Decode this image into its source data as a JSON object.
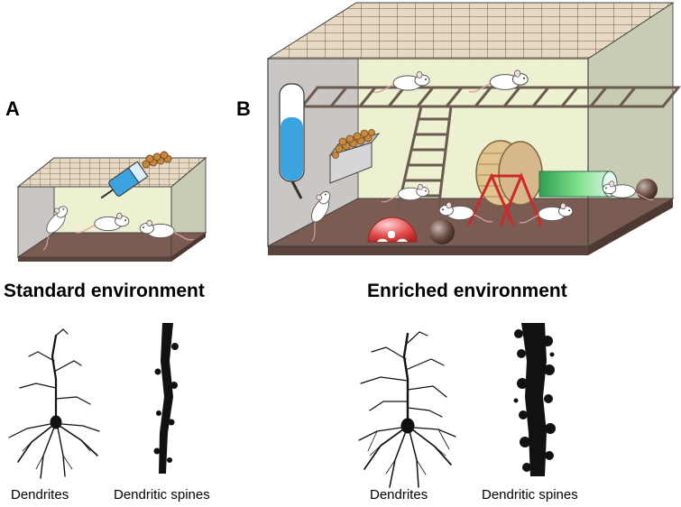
{
  "panels": {
    "a": {
      "letter": "A",
      "title": "Standard environment"
    },
    "b": {
      "letter": "B",
      "title": "Enriched environment"
    }
  },
  "captions": {
    "standard_dendrites": "Dendrites",
    "standard_spines": "Dendritic spines",
    "enriched_dendrites": "Dendrites",
    "enriched_spines": "Dendritic spines"
  },
  "colors": {
    "cage_floor": "#7a5c52",
    "cage_wall_back": "#eef0d2",
    "cage_wall_side": "#c9c6c3",
    "cage_lid": "#e6d6c0",
    "water_bottle": "#3aa3e0",
    "wheel_stand": "#cc2a2a",
    "tunnel": "#4cc46a",
    "igloo": "#e04848"
  },
  "icons": [
    "cage-icon",
    "mouse-icon",
    "water-bottle-icon",
    "food-hopper-icon",
    "ladder-icon",
    "running-wheel-icon",
    "tunnel-icon",
    "ball-icon",
    "igloo-icon",
    "neuron-icon",
    "dendrite-segment-icon"
  ]
}
